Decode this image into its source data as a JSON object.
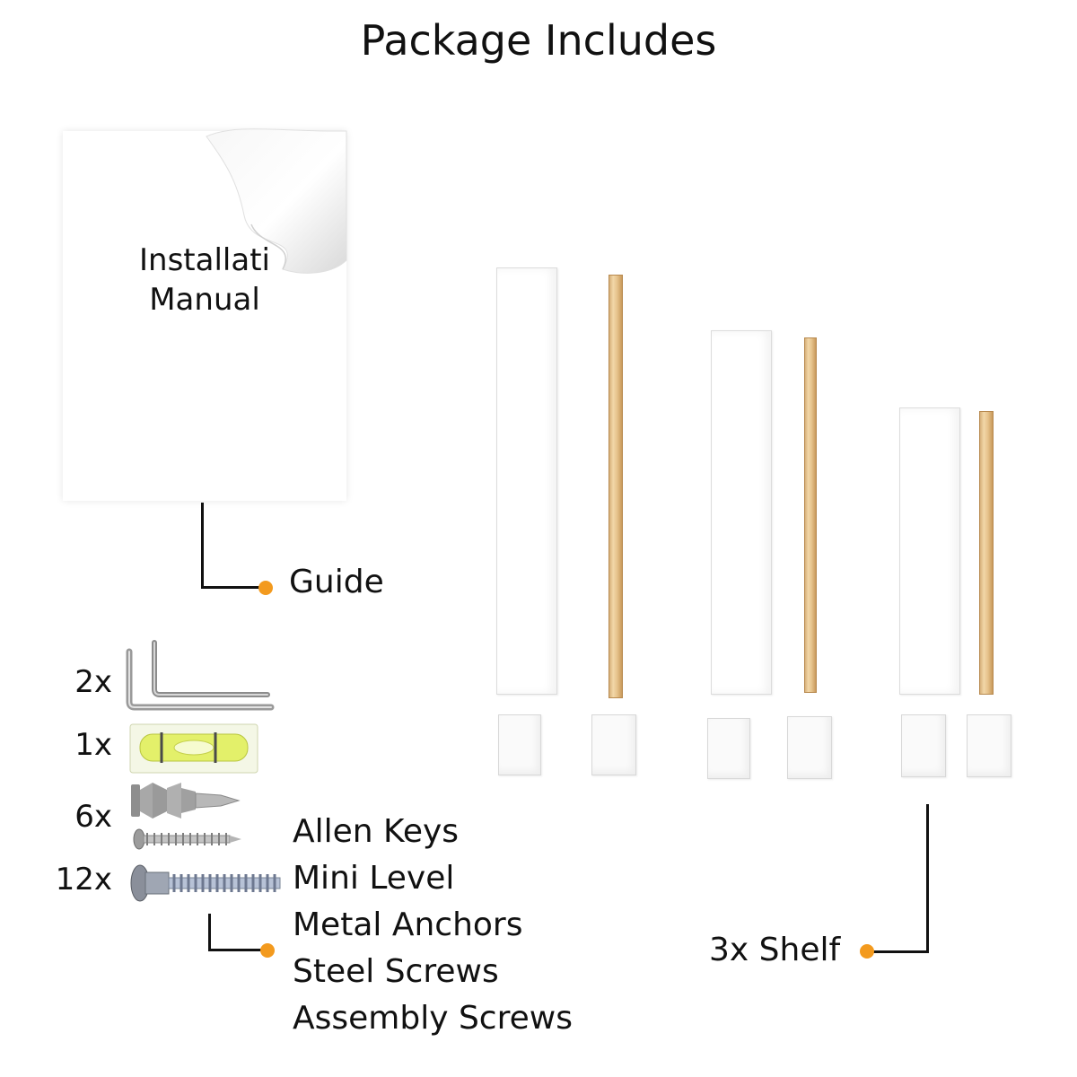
{
  "title": "Package Includes",
  "manual": {
    "line1": "Installati",
    "line2": "Manual",
    "callout": "Guide"
  },
  "hardware": {
    "quantities": [
      "2x",
      "1x",
      "6x",
      "12x"
    ],
    "items": [
      "Allen Keys",
      "Mini Level",
      "Metal Anchors",
      "Steel Screws",
      "Assembly Screws"
    ]
  },
  "shelf": {
    "callout": "3x Shelf"
  },
  "colors": {
    "accent_dot": "#f39a1e",
    "wood": "#e7c48d"
  }
}
